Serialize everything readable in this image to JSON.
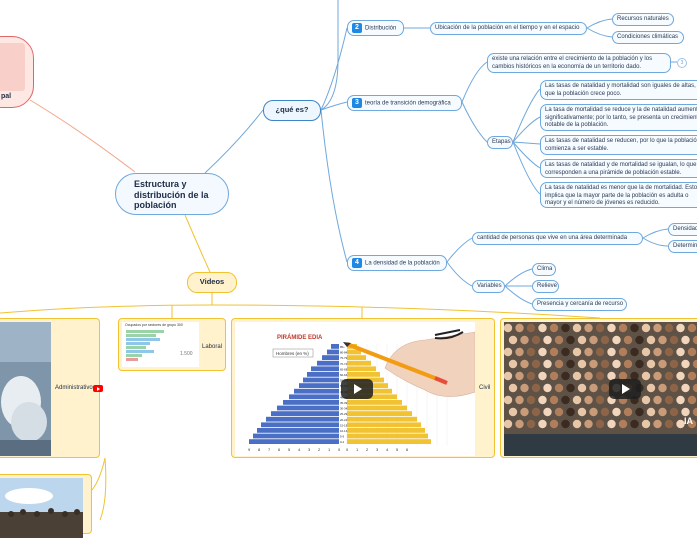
{
  "central": {
    "title": "Estructura y distribución de la población"
  },
  "main_topic": {
    "label": "pal"
  },
  "question": {
    "label": "¿qué es?"
  },
  "videos": {
    "label": "Videos"
  },
  "distribucion": {
    "number": "2",
    "label": "Distribución",
    "child": "Ubicación de la población en el tiempo y en el espacio",
    "factors": [
      "Recursos naturales",
      "Condiciones climáticas"
    ]
  },
  "transicion": {
    "number": "3",
    "label": "teoría de transición  demográfica",
    "definition": "existe una relación  entre el crecimiento de la población  y los cambios  históricos en la economía de un territorio dado.",
    "expand_count": "3",
    "etapas_label": "Etapas",
    "etapas": [
      "Las tasas de natalidad  y mortalidad son iguales de altas, lo que la población  crece poco.",
      "La tasa de mortalidad se reduce y la de natalidad aumenta significativamente; por lo tanto,  se presenta   un crecimiento notable  de la población.",
      "Las tasas  de natalidad  se reducen, por lo que la población comienza a  ser estable.",
      "Las tasas de natalidad  y de mortalidad  se igualan, lo que corresponden  a una pirámide de población estable.",
      "La tasa de natalidad es menor que la de mortalidad.  Esto implica que la mayor parte de la población es adulta o mayor y el número de jóvenes es reducido."
    ]
  },
  "densidad": {
    "number": "4",
    "label": "La densidad de la población",
    "definition": "cantidad  de personas  que vive  en una área determinada",
    "definition_children": [
      "Densidad",
      "Determin"
    ],
    "variables_label": "Variables",
    "variables": [
      "Clima",
      "Relieve",
      "Presencia y cercanía de recurso"
    ]
  },
  "video_cards": {
    "administrativo": "Administrativo",
    "laboral": "Laboral",
    "civil": "Civil",
    "laboral_thumb_title": "Ocupados por sectores de  grupo 300",
    "laboral_thumb_value": "1.500"
  },
  "pyramid": {
    "title": "PIRÁMIDE EDIA",
    "legend_men": "Hombres (en %)",
    "age_groups": [
      "85+",
      "80-84",
      "75-79",
      "70-74",
      "65-69",
      "60-64",
      "55-59",
      "50-54",
      "45-49",
      "40-44",
      "35-39",
      "30-34",
      "25-29",
      "20-24",
      "15-19",
      "10-14",
      "5-9",
      "0-4"
    ],
    "men": [
      0.8,
      1.2,
      1.7,
      2.2,
      2.8,
      3.2,
      3.6,
      4.0,
      4.5,
      5.0,
      5.6,
      6.2,
      6.8,
      7.3,
      7.8,
      8.2,
      8.6,
      9.0
    ],
    "women": [
      1.0,
      1.4,
      1.9,
      2.4,
      2.9,
      3.3,
      3.7,
      4.1,
      4.5,
      5.0,
      5.5,
      6.0,
      6.5,
      7.0,
      7.4,
      7.8,
      8.1,
      8.4
    ],
    "x_ticks_left": [
      "9",
      "8",
      "7",
      "6",
      "5",
      "4",
      "3",
      "2",
      "1",
      "0"
    ],
    "x_ticks_right": [
      "0",
      "1",
      "2",
      "3",
      "4",
      "5",
      "6"
    ],
    "max": 10
  },
  "crowd_caption": "IA",
  "colors": {
    "blue_line": "#6fa8dc",
    "yellow_line": "#f1c232",
    "red_line": "#f4a58a",
    "number_badge": "#1e88e5",
    "pyramid_men": "#4a6fc4",
    "pyramid_women": "#f1c232"
  }
}
